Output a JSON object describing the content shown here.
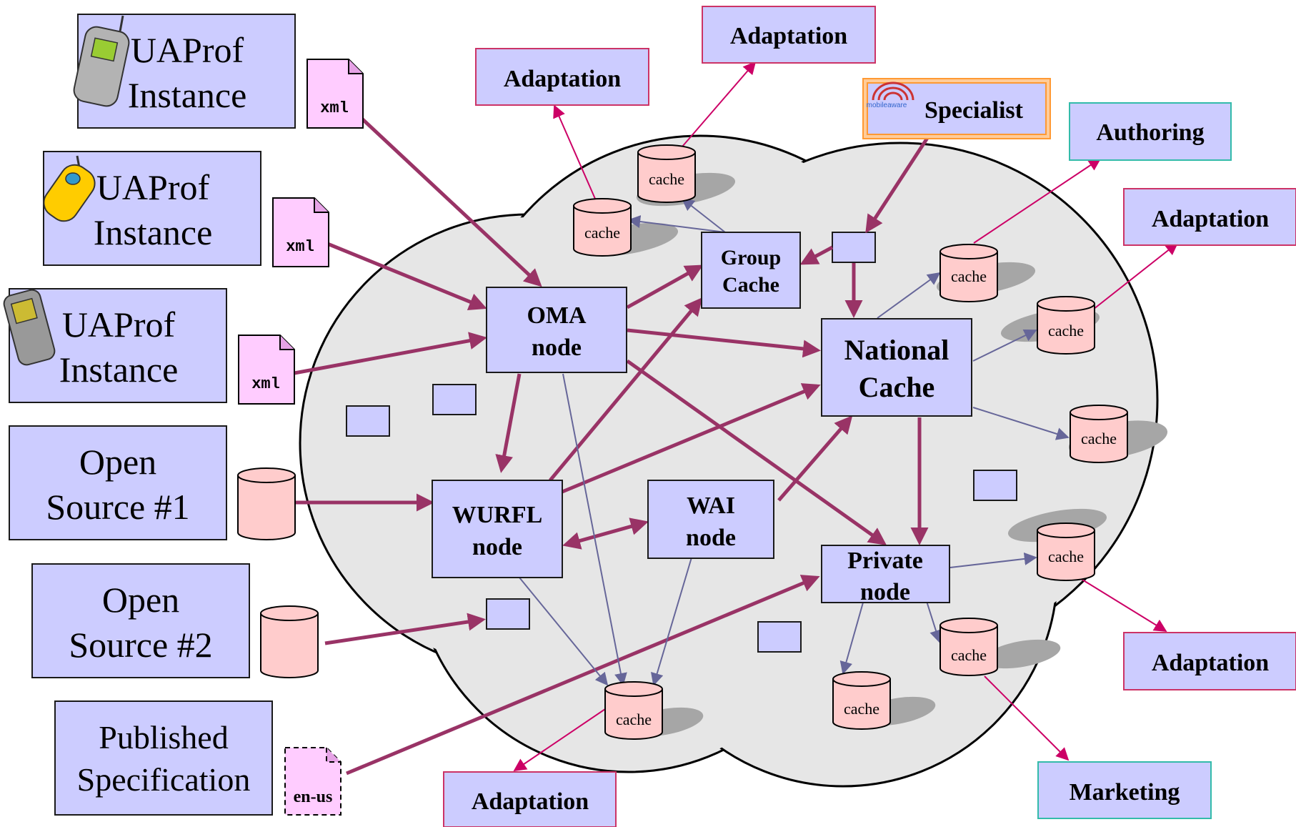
{
  "sources": {
    "uaprof1": {
      "line1": "UAProf",
      "line2": "Instance"
    },
    "uaprof2": {
      "line1": "UAProf",
      "line2": "Instance"
    },
    "uaprof3": {
      "line1": "UAProf",
      "line2": "Instance"
    },
    "open1": {
      "line1": "Open",
      "line2": "Source #1"
    },
    "open2": {
      "line1": "Open",
      "line2": "Source #2"
    },
    "published": {
      "line1": "Published",
      "line2": "Specification"
    }
  },
  "docs": {
    "xml1": "xml",
    "xml2": "xml",
    "xml3": "xml",
    "enus": "en-us"
  },
  "nodes": {
    "oma": {
      "line1": "OMA",
      "line2": "node"
    },
    "wurfl": {
      "line1": "WURFL",
      "line2": "node"
    },
    "wai": {
      "line1": "WAI",
      "line2": "node"
    },
    "group": {
      "line1": "Group",
      "line2": "Cache"
    },
    "national": {
      "line1": "National",
      "line2": "Cache"
    },
    "private": {
      "line1": "Private",
      "line2": "node"
    }
  },
  "consumers": {
    "adaptation_top_left": "Adaptation",
    "adaptation_top": "Adaptation",
    "specialist": "Specialist",
    "specialist_logo": "mobileaware",
    "authoring": "Authoring",
    "adaptation_right_top": "Adaptation",
    "adaptation_right_bottom": "Adaptation",
    "marketing": "Marketing",
    "adaptation_bottom": "Adaptation"
  },
  "caches": {
    "c1": "cache",
    "c2": "cache",
    "c3": "cache",
    "c4": "cache",
    "c5": "cache",
    "c6": "cache",
    "c7": "cache",
    "c8": "cache",
    "c9": "cache"
  },
  "colors": {
    "box_fill": "#ccccff",
    "box_border": "#1a1a1a",
    "consumer_border": "#cc3366",
    "authoring_border": "#33bbaa",
    "specialist_border": "#ff9933",
    "cache_fill": "#ffcccc",
    "doc_fill": "#ffccff",
    "cloud_fill": "#e6e6e6",
    "thick_arrow": "#993366",
    "thin_arrow": "#666699",
    "consumer_arrow": "#cc0066"
  }
}
